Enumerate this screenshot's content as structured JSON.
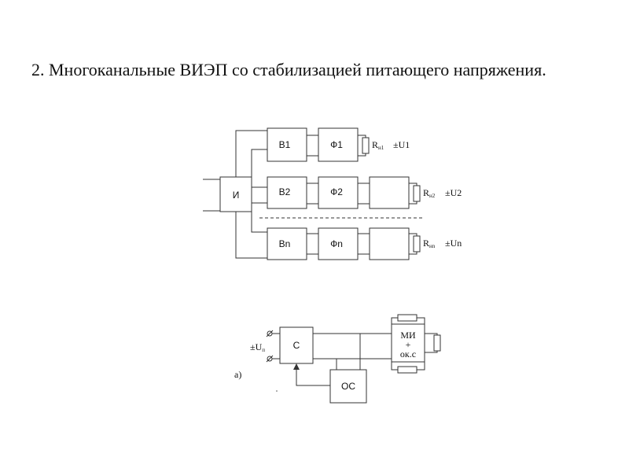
{
  "slide": {
    "title": "2. Многоканальные ВИЭП со стабилизацией питающего напряжения."
  },
  "diagram_top": {
    "inverter_label": "И",
    "channels": [
      {
        "rect_label": "В1",
        "filter_label": "Ф1",
        "load_r": "R",
        "load_sub": "н1",
        "output": "±U1"
      },
      {
        "rect_label": "В2",
        "filter_label": "Ф2",
        "load_r": "R",
        "load_sub": "н2",
        "output": "±U2"
      },
      {
        "rect_label": "Вn",
        "filter_label": "Фn",
        "load_r": "R",
        "load_sub": "нn",
        "output": "±Un"
      }
    ]
  },
  "diagram_bottom": {
    "input_label": "±U",
    "input_sub": "п",
    "stabilizer_label": "С",
    "feedback_label": "ОС",
    "mi_label": "МИ",
    "mi_plus": "+",
    "mi_sub": "ок.с",
    "caption": "а)"
  }
}
